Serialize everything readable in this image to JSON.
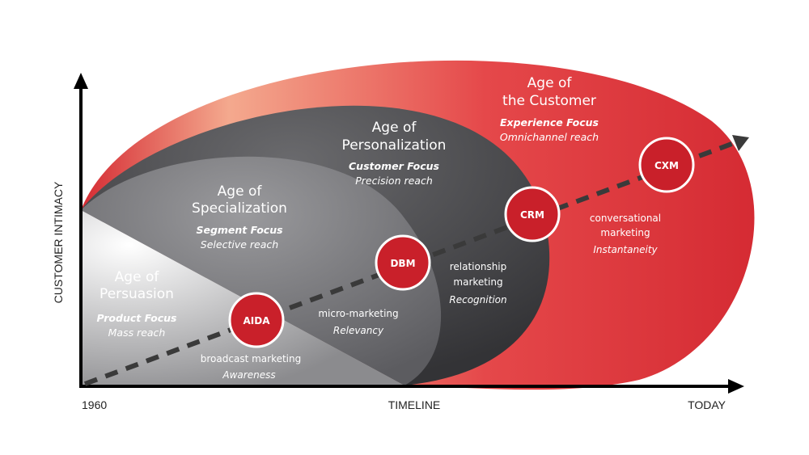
{
  "colors": {
    "red": "#d52b33",
    "red_light": "#f4a98e",
    "dark": "#3f3f42",
    "mid": "#77777a",
    "light": "#b9b9bb",
    "badge": "#c9202a",
    "arrow": "#3a3a3a"
  },
  "axes": {
    "y_label": "CUSTOMER INTIMACY",
    "x_start": "1960",
    "x_mid": "TIMELINE",
    "x_end": "TODAY"
  },
  "ages": [
    {
      "title_line1": "Age of",
      "title_line2": "Persuasion",
      "focus": "Product Focus",
      "reach": "Mass reach"
    },
    {
      "title_line1": "Age of",
      "title_line2": "Specialization",
      "focus": "Segment Focus",
      "reach": "Selective reach"
    },
    {
      "title_line1": "Age of",
      "title_line2": "Personalization",
      "focus": "Customer Focus",
      "reach": "Precision reach"
    },
    {
      "title_line1": "Age of",
      "title_line2": "the Customer",
      "focus": "Experience Focus",
      "reach": "Omnichannel reach"
    }
  ],
  "milestones": [
    {
      "badge": "AIDA",
      "line1": "broadcast marketing",
      "line2": "",
      "italic": "Awareness"
    },
    {
      "badge": "DBM",
      "line1": "micro-marketing",
      "line2": "",
      "italic": "Relevancy"
    },
    {
      "badge": "CRM",
      "line1": "relationship",
      "line2": "marketing",
      "italic": "Recognition"
    },
    {
      "badge": "CXM",
      "line1": "conversational",
      "line2": "marketing",
      "italic": "Instantaneity"
    }
  ]
}
